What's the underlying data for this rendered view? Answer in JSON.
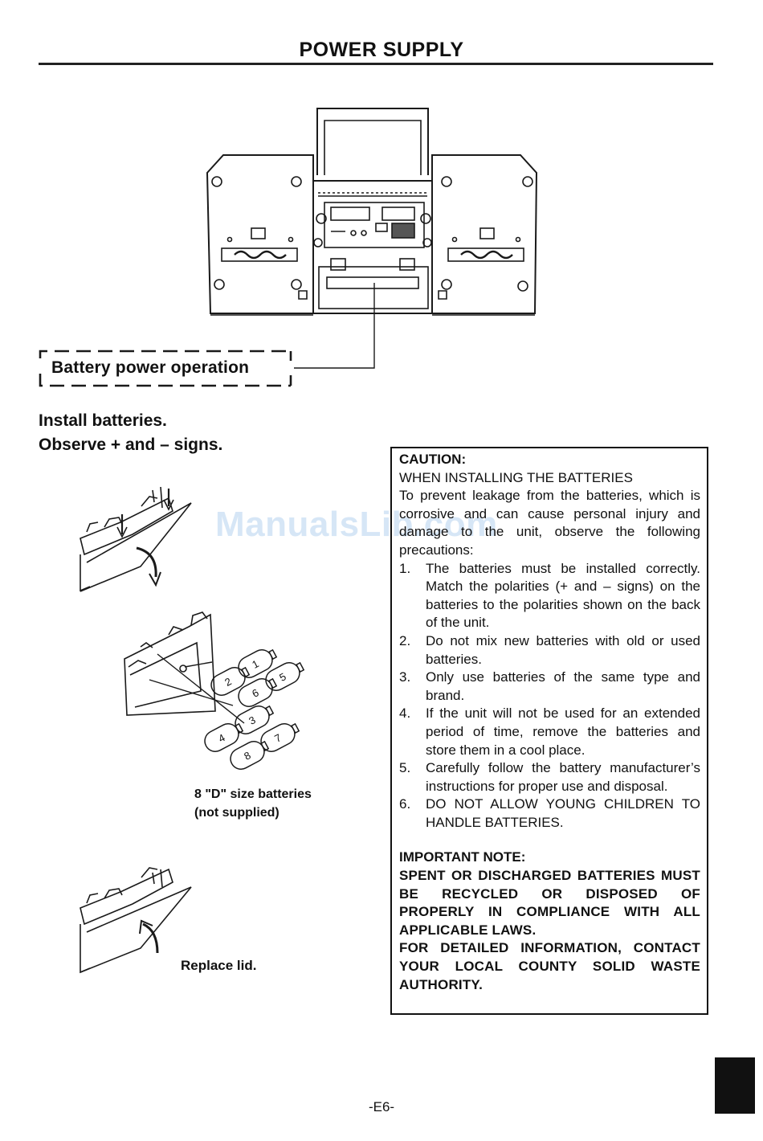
{
  "page": {
    "title": "POWER SUPPLY",
    "section_label": "Battery power operation",
    "instructions": [
      "Install batteries.",
      "Observe + and – signs."
    ],
    "battery_caption": [
      "8 \"D\" size batteries",
      "(not supplied)"
    ],
    "replace_caption": "Replace lid.",
    "battery_labels": [
      "1",
      "2",
      "3",
      "4",
      "5",
      "6",
      "7",
      "8"
    ],
    "page_number": "-E6-",
    "watermark": "ManualsLib.com"
  },
  "caution": {
    "heading": "CAUTION:",
    "subheading": "WHEN INSTALLING THE BATTERIES",
    "intro": "To prevent leakage from the batteries, which is corrosive and can cause personal injury and damage to the unit, observe the following precautions:",
    "items": [
      {
        "num": "1.",
        "text": "The batteries must be installed correctly. Match the polarities (+ and – signs) on the batteries to the polarities shown on the back of the unit."
      },
      {
        "num": "2.",
        "text": "Do not mix new batteries with old or used batteries."
      },
      {
        "num": "3.",
        "text": "Only use batteries of the same type and brand."
      },
      {
        "num": "4.",
        "text": "If the unit will not be used for an extended period of time, remove the batteries and store them in a cool place."
      },
      {
        "num": "5.",
        "text": "Carefully follow the battery manufacturer’s instructions for proper use and disposal."
      },
      {
        "num": "6.",
        "text": "DO NOT ALLOW YOUNG CHILDREN TO HANDLE BATTERIES."
      }
    ],
    "important_heading": "IMPORTANT NOTE:",
    "important_text": "SPENT OR DISCHARGED BATTERIES MUST BE RECYCLED OR DISPOSED OF PROPERLY IN COMPLIANCE WITH ALL APPLICABLE LAWS.",
    "detail_text": "FOR DETAILED INFORMATION, CONTACT YOUR LOCAL COUNTY SOLID WASTE AUTHORITY."
  }
}
